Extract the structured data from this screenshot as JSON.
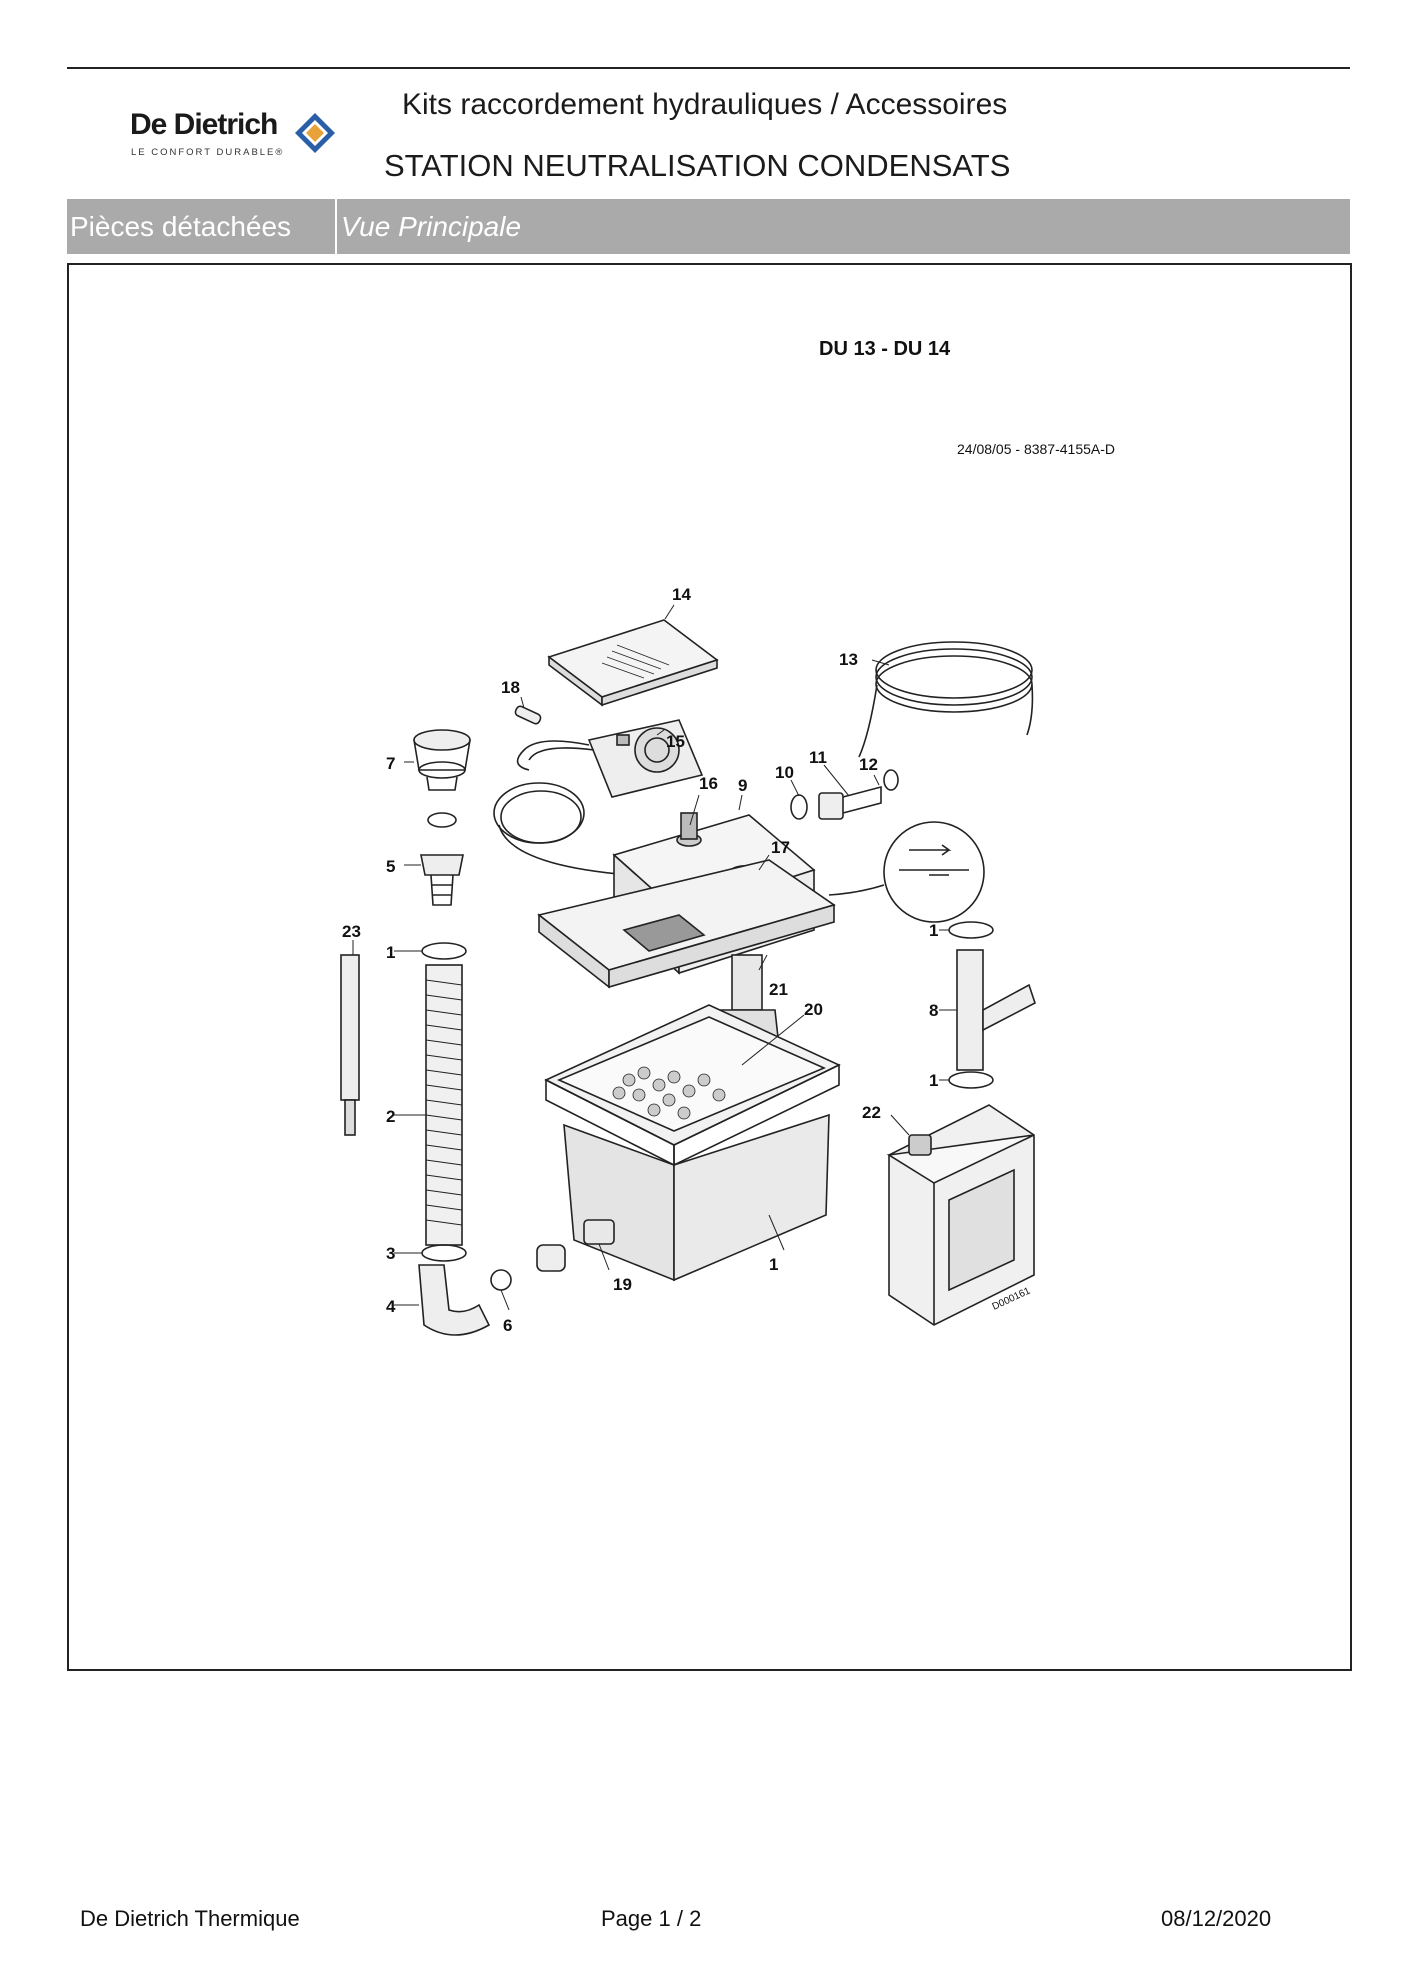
{
  "header": {
    "brand": "De Dietrich",
    "brand_tagline": "LE CONFORT DURABLE®",
    "title_line1": "Kits raccordement hydrauliques / Accessoires",
    "title_line2": "STATION NEUTRALISATION CONDENSATS"
  },
  "section_bar": {
    "left": "Pièces détachées",
    "right": "Vue Principale"
  },
  "diagram": {
    "model": "DU 13 - DU 14",
    "reference": "24/08/05 - 8387-4155A-D",
    "drawing_code": "D000161",
    "part_numbers": [
      "14",
      "13",
      "18",
      "12",
      "11",
      "15",
      "7",
      "10",
      "16",
      "9",
      "17",
      "5",
      "23",
      "1",
      "21",
      "20",
      "8",
      "1",
      "2",
      "22",
      "1",
      "3",
      "4",
      "6",
      "19",
      "1"
    ]
  },
  "footer": {
    "company": "De Dietrich Thermique",
    "page": "Page   1  /  2",
    "date": "08/12/2020"
  },
  "colors": {
    "bar": "#aaaaaa",
    "logo_orange": "#e8a23a",
    "logo_blue": "#2a5fa8"
  }
}
